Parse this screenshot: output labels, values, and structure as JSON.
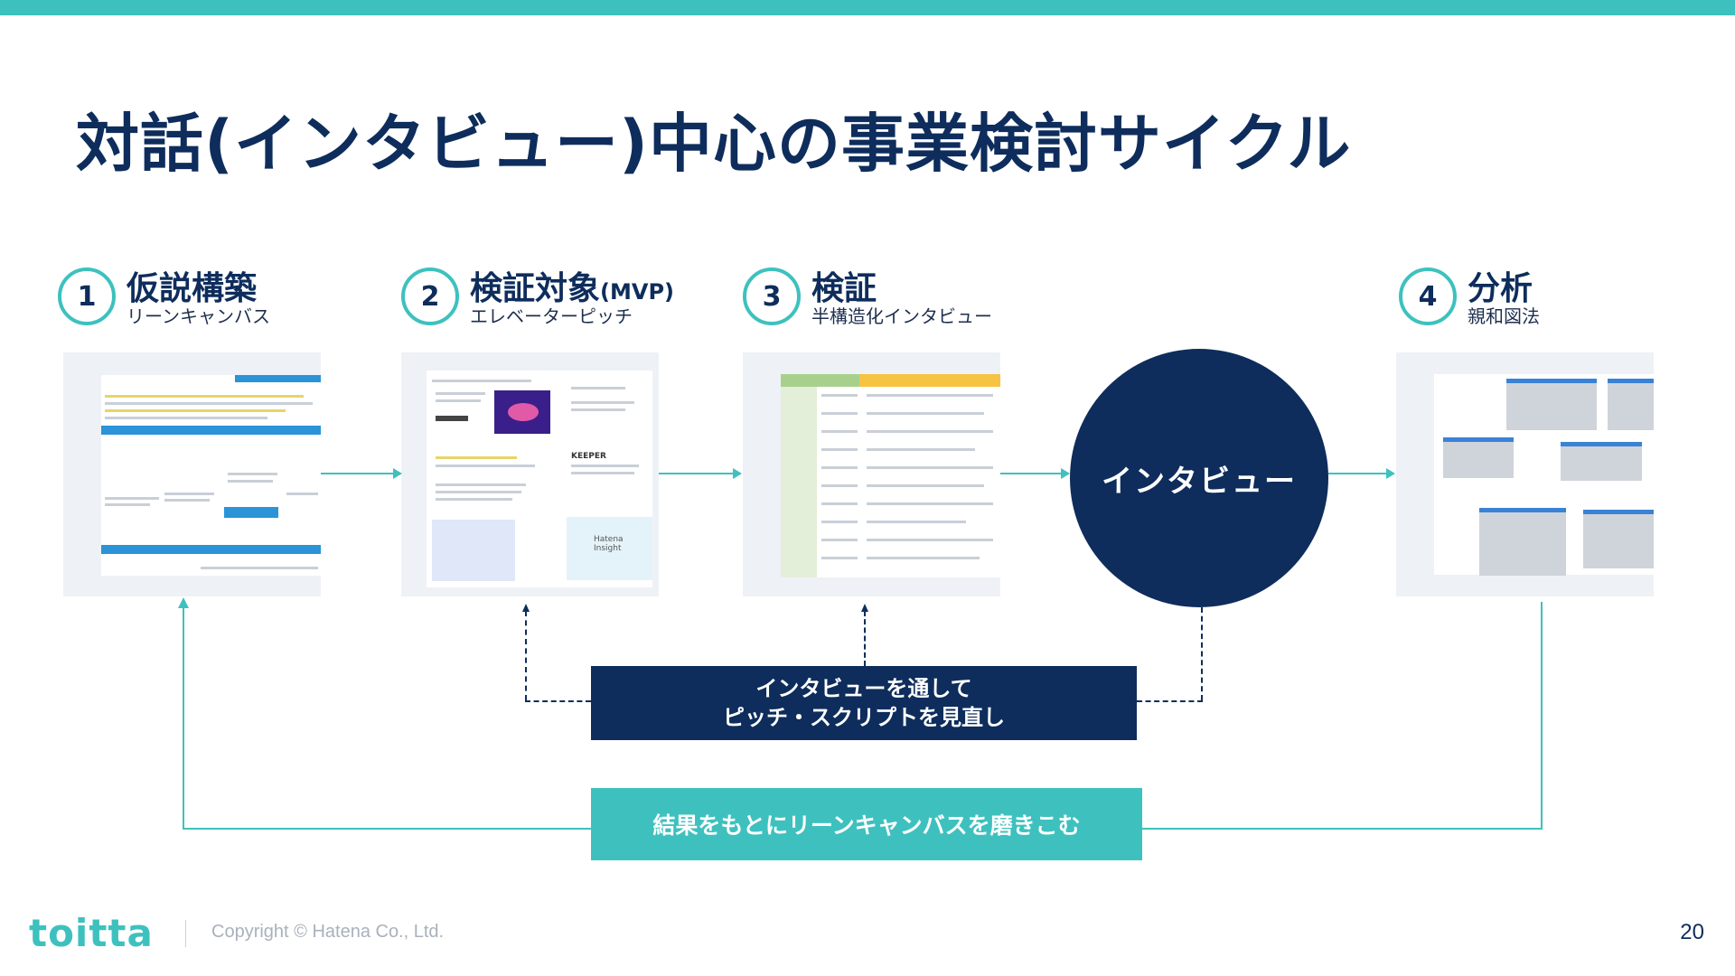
{
  "slide": {
    "title": "対話(インタビュー)中心の事業検討サイクル",
    "page_number": "20",
    "copyright": "Copyright © Hatena Co., Ltd.",
    "logo": "toitta",
    "accent_color": "#3ec1be",
    "navy_color": "#0e2d5c"
  },
  "steps": [
    {
      "num": "1",
      "title": "仮説構築",
      "title_suffix": "",
      "subtitle": "リーンキャンバス"
    },
    {
      "num": "2",
      "title": "検証対象",
      "title_suffix": "(MVP)",
      "subtitle": "エレベーターピッチ"
    },
    {
      "num": "3",
      "title": "検証",
      "title_suffix": "",
      "subtitle": "半構造化インタビュー"
    },
    {
      "num": "4",
      "title": "分析",
      "title_suffix": "",
      "subtitle": "親和図法"
    }
  ],
  "interview_circle": {
    "label": "インタビュー"
  },
  "feedback_box": {
    "line1": "インタビューを通して",
    "line2": "ピッチ・スクリプトを見直し"
  },
  "loop_box": {
    "label": "結果をもとにリーンキャンバスを磨きこむ"
  },
  "thumbnails": {
    "mvp_keeper": "KEEPER",
    "mvp_insight": "Hatena Insight"
  }
}
